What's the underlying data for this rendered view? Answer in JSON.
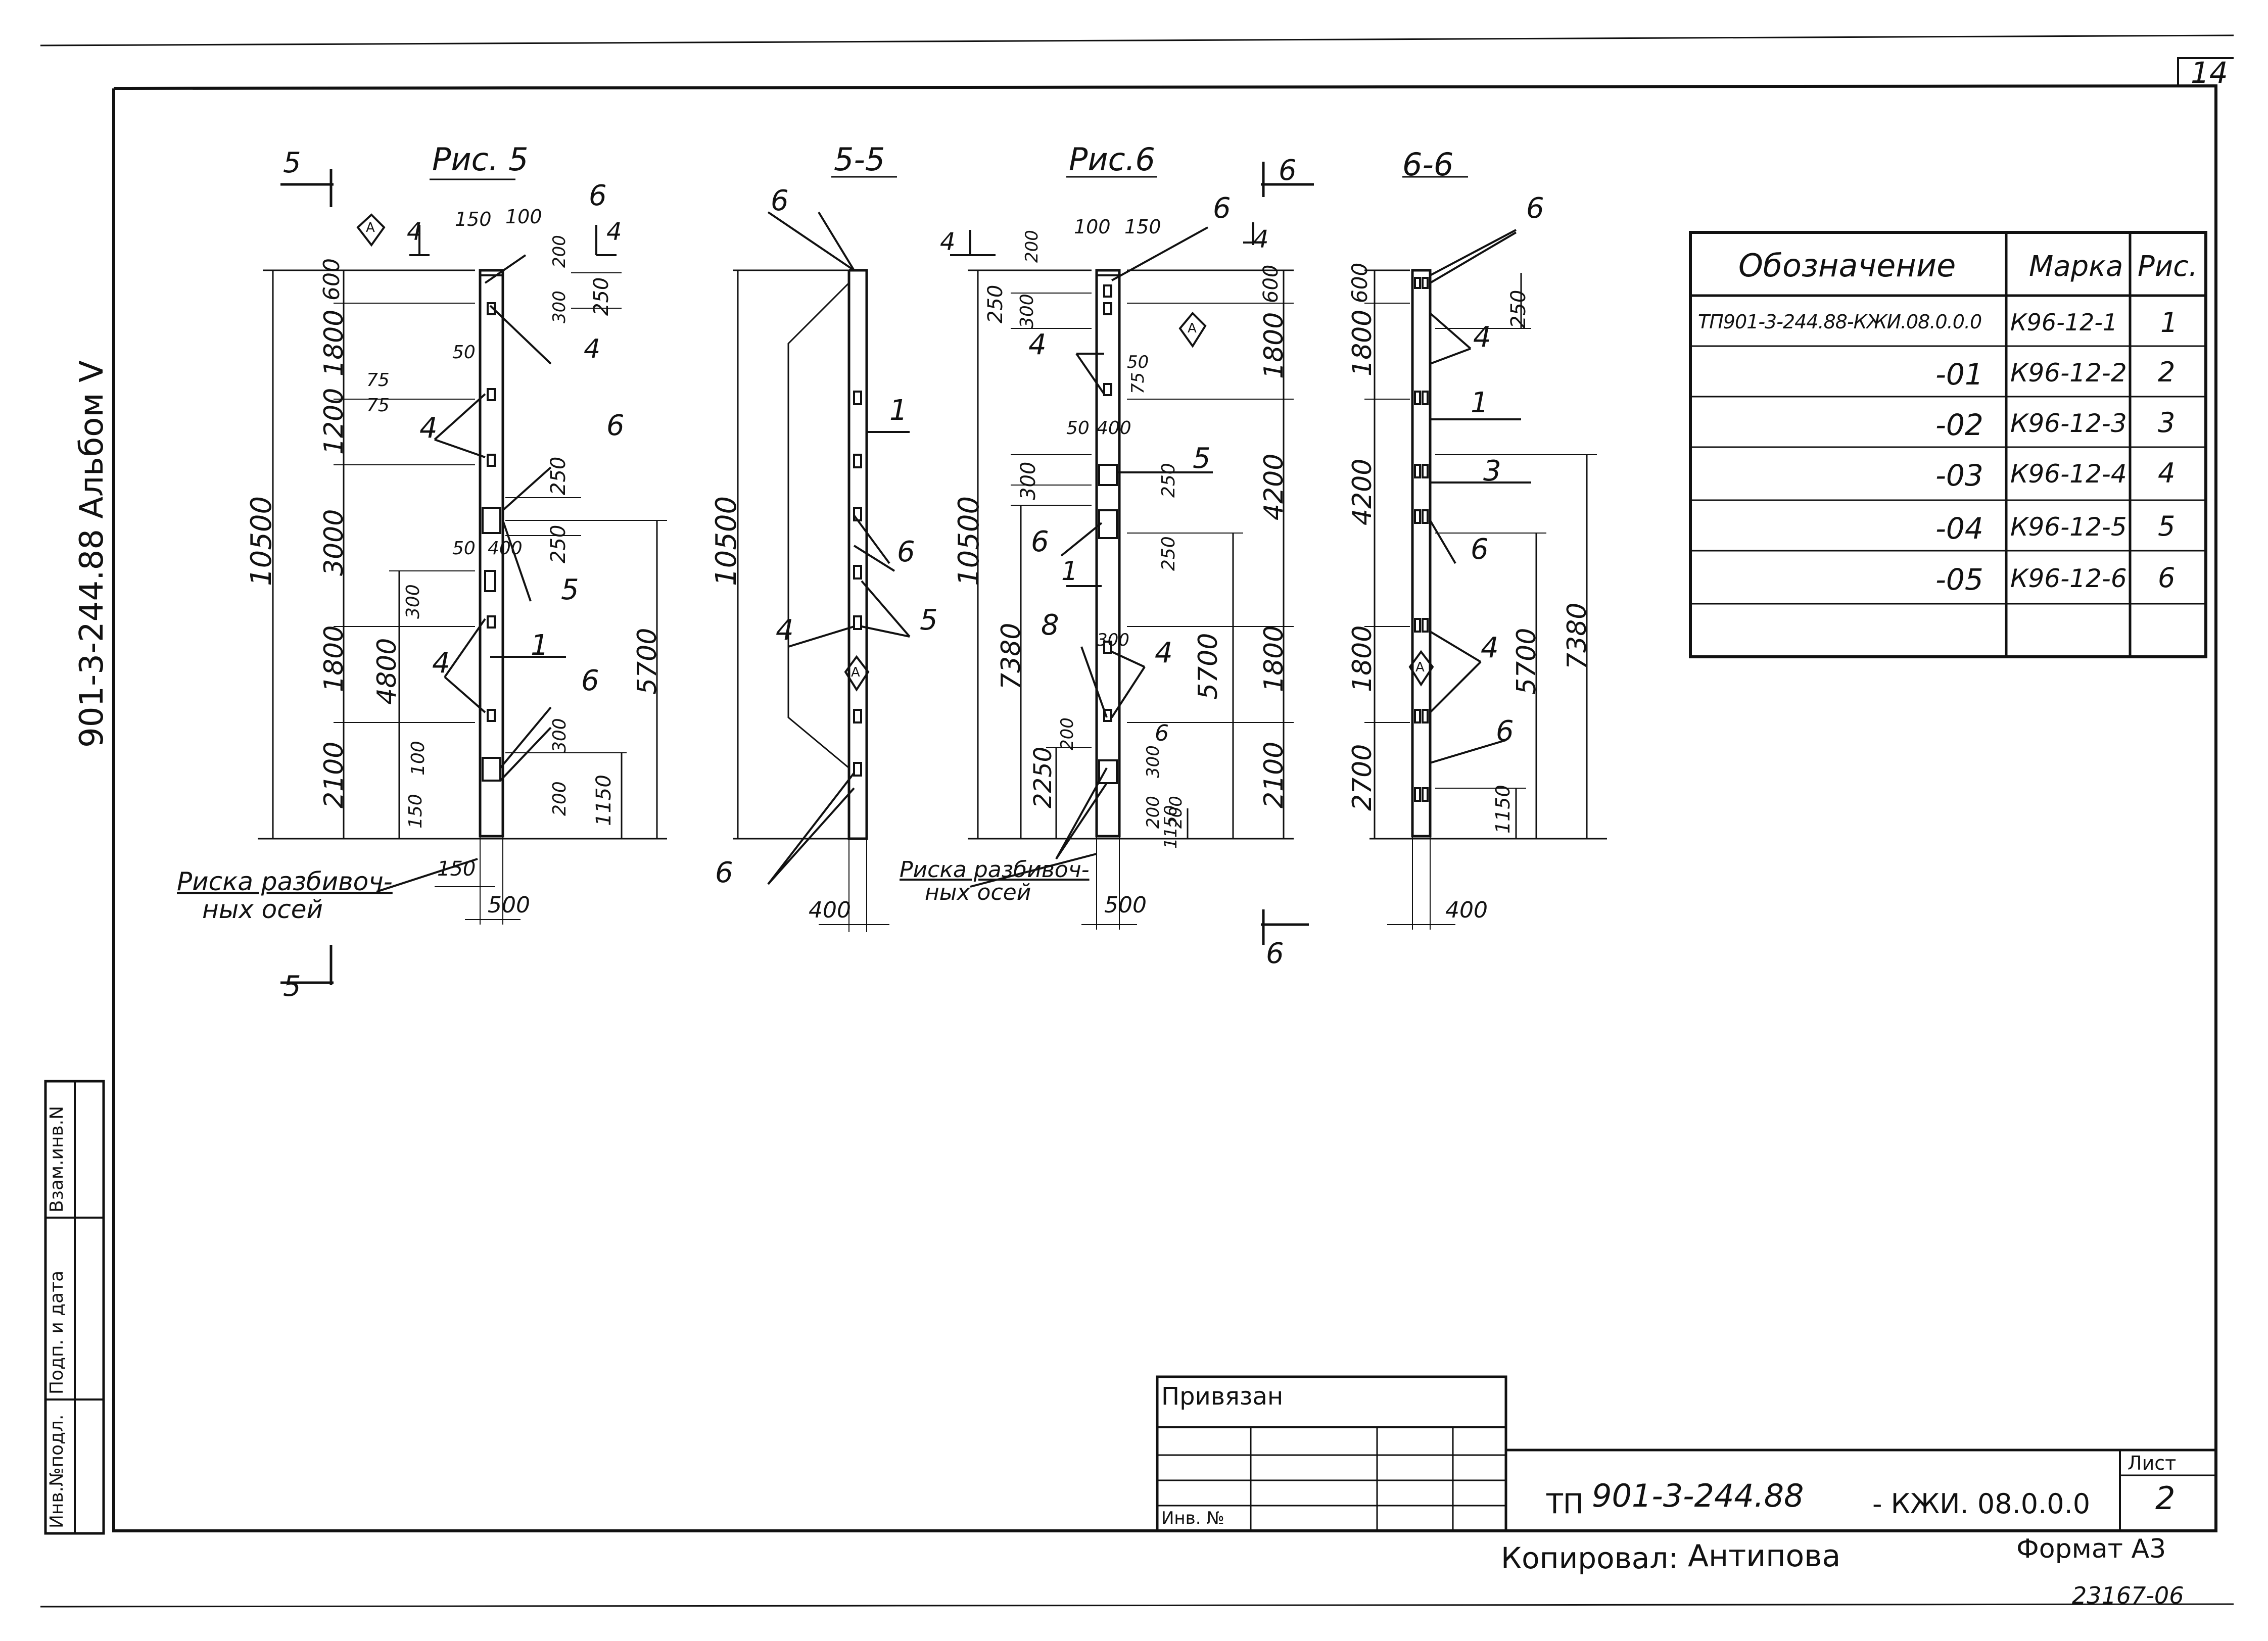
{
  "sheet": {
    "page_number": "14",
    "album_code": "901-3-244.88 Альбом V",
    "stamp_bottom": "23167-06"
  },
  "side_stamp": {
    "cells": [
      "Инв.№подл.",
      "Подп. и дата",
      "Взам.инв.N"
    ]
  },
  "figures": {
    "fig5_title": "Рис. 5",
    "fig6_title": "Рис.6",
    "sec55_title": "5-5",
    "sec66_title": "6-6",
    "cut_5": "5",
    "cut_6": "6",
    "cut_4": "4",
    "note_axes_line1": "Риска разбивоч-",
    "note_axes_line2": "ных осей",
    "note_axes6_line1": "Риска разбивоч-",
    "note_axes6_line2": "ных осей",
    "diamond": "А"
  },
  "dims": {
    "fig5_left": [
      "600",
      "1800",
      "1200",
      "3000",
      "1800",
      "2100"
    ],
    "fig5_total": "10500",
    "fig5_4800": "4800",
    "fig5_5700": "5700",
    "fig5_top": [
      "150",
      "100"
    ],
    "fig5_small": [
      "200",
      "300",
      "250",
      "75",
      "75",
      "50",
      "250",
      "250",
      "50",
      "400",
      "300",
      "300",
      "100",
      "150",
      "200",
      "1150",
      "150",
      "500"
    ],
    "sec55_total": "10500",
    "sec55_width": "400",
    "fig6_left": [
      "250",
      "300",
      "300",
      "7380",
      "2250",
      "200"
    ],
    "fig6_total": "10500",
    "fig6_right": [
      "600",
      "1800",
      "4200",
      "1800",
      "2100",
      "5700"
    ],
    "fig6_small": [
      "100",
      "150",
      "200",
      "50",
      "75",
      "50",
      "400",
      "250",
      "250",
      "300",
      "200",
      "300",
      "200",
      "1150",
      "500"
    ],
    "sec66_left": [
      "600",
      "1800",
      "4200",
      "1800",
      "2700"
    ],
    "sec66_right": [
      "250",
      "5700",
      "7380",
      "1150"
    ],
    "sec66_width": "400"
  },
  "callouts": {
    "fig5": [
      "6",
      "4",
      "4",
      "6",
      "5",
      "1",
      "4",
      "6"
    ],
    "sec55": [
      "6",
      "1",
      "6",
      "5",
      "4",
      "6"
    ],
    "fig6": [
      "6",
      "4",
      "5",
      "6",
      "1",
      "8",
      "4",
      "6"
    ],
    "sec66": [
      "6",
      "4",
      "1",
      "3",
      "6",
      "4",
      "6"
    ]
  },
  "spec_table": {
    "headers": [
      "Обозначение",
      "Марка",
      "Рис."
    ],
    "rows": [
      {
        "code": "ТП901-3-244.88-КЖИ.08.0.0.0",
        "mark": "К96-12-1",
        "fig": "1"
      },
      {
        "code": "-01",
        "mark": "К96-12-2",
        "fig": "2"
      },
      {
        "code": "-02",
        "mark": "К96-12-3",
        "fig": "3"
      },
      {
        "code": "-03",
        "mark": "К96-12-4",
        "fig": "4"
      },
      {
        "code": "-04",
        "mark": "К96-12-5",
        "fig": "5"
      },
      {
        "code": "-05",
        "mark": "К96-12-6",
        "fig": "6"
      },
      {
        "code": "",
        "mark": "",
        "fig": ""
      }
    ]
  },
  "title_block": {
    "privyazan": "Привязан",
    "inv_no": "Инв. №",
    "doc_prefix": "ТП",
    "doc_code": "901-3-244.88",
    "doc_suffix": "- КЖИ. 08.0.0.0",
    "sheet_label": "Лист",
    "sheet_value": "2",
    "copied_label": "Копировал:",
    "copied_by": "Антипова",
    "format": "Формат А3"
  }
}
